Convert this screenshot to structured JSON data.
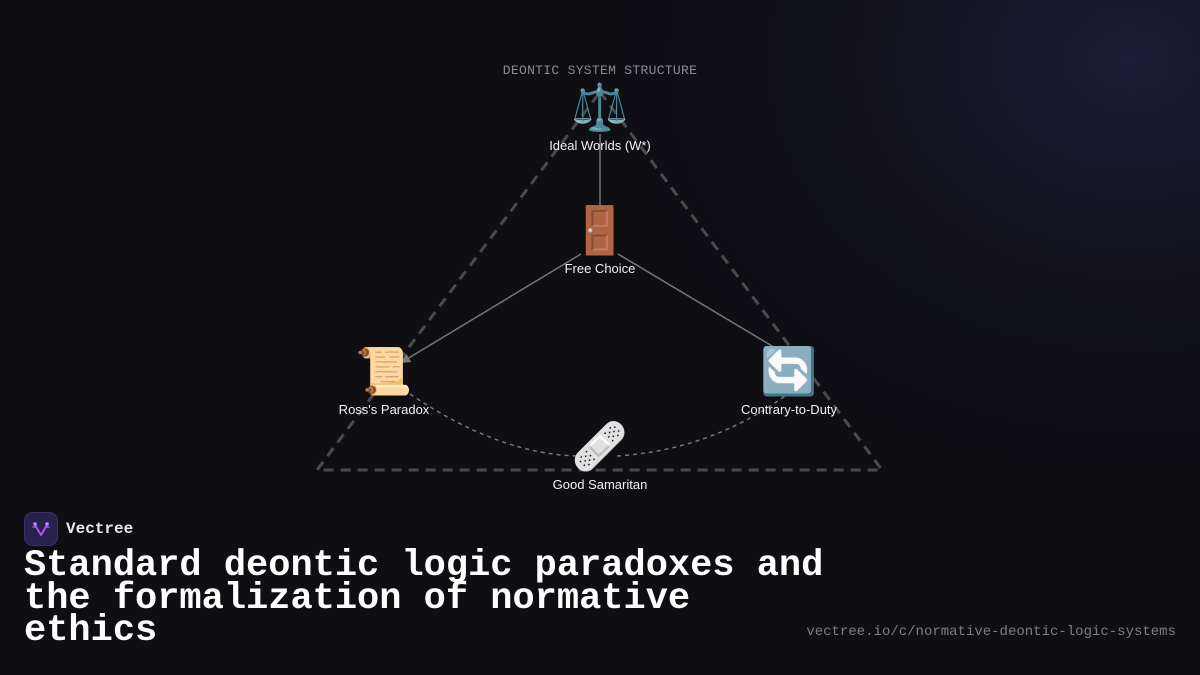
{
  "diagram": {
    "title": "DEONTIC SYSTEM STRUCTURE",
    "nodes": [
      {
        "id": "ideal-worlds",
        "label": "Ideal Worlds (W*)",
        "icon": "balance-scale-icon",
        "glyph": "⚖️"
      },
      {
        "id": "free-choice",
        "label": "Free Choice",
        "icon": "door-icon",
        "glyph": "🚪"
      },
      {
        "id": "ross-paradox",
        "label": "Ross's Paradox",
        "icon": "scroll-icon",
        "glyph": "📜"
      },
      {
        "id": "contrary-to-duty",
        "label": "Contrary-to-Duty",
        "icon": "repeat-arrows-icon",
        "glyph": "🔄"
      },
      {
        "id": "good-samaritan",
        "label": "Good Samaritan",
        "icon": "bandage-icon",
        "glyph": "🩹"
      }
    ],
    "edges": [
      {
        "from": "ideal-worlds",
        "to": "free-choice",
        "style": "solid"
      },
      {
        "from": "free-choice",
        "to": "ross-paradox",
        "style": "solid-arrow"
      },
      {
        "from": "free-choice",
        "to": "contrary-to-duty",
        "style": "solid"
      },
      {
        "from": "ross-paradox",
        "to": "good-samaritan",
        "style": "dotted-curve"
      },
      {
        "from": "good-samaritan",
        "to": "contrary-to-duty",
        "style": "dotted-curve"
      }
    ],
    "frame": "dashed-triangle",
    "colors": {
      "edge": "#777777",
      "frame": "#4a4a4a",
      "label": "#f2f2f2",
      "title": "#8a8a8e"
    }
  },
  "brand": {
    "name": "Vectree",
    "logo_color": "#27214f",
    "logo_accent": "#a855f7"
  },
  "headline": "Standard deontic logic paradoxes and the formalization of normative ethics",
  "url": "vectree.io/c/normative-deontic-logic-systems"
}
